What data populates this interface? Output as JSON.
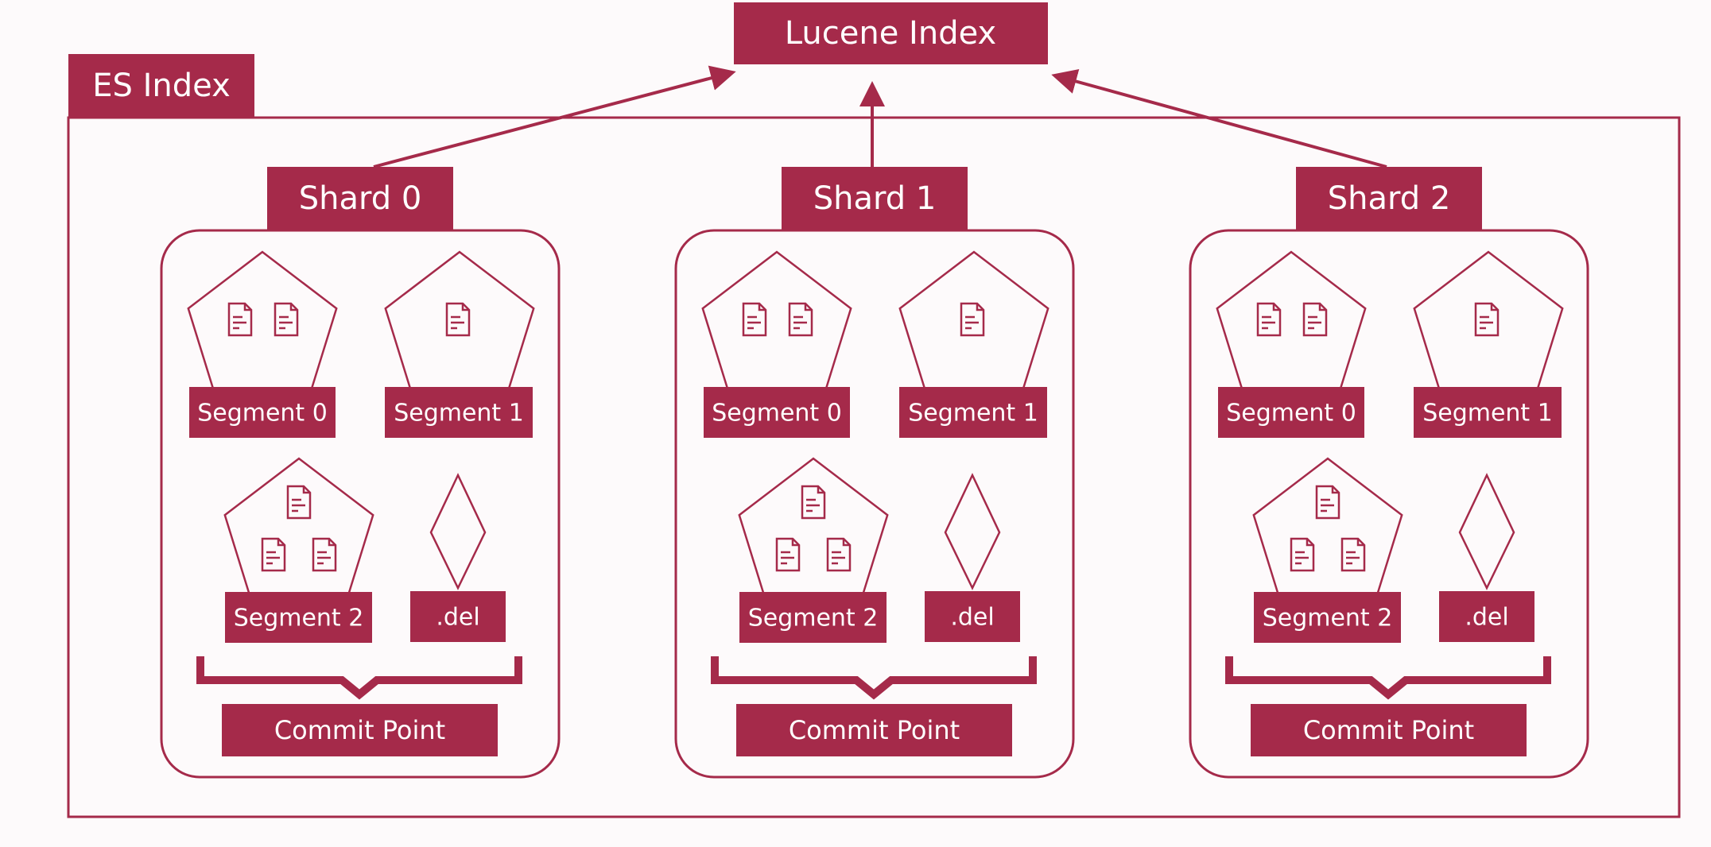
{
  "lucene_index": {
    "label": "Lucene Index"
  },
  "es_index": {
    "label": "ES Index"
  },
  "shards": [
    {
      "label": "Shard 0",
      "segments": [
        {
          "label": "Segment 0",
          "doc_icons": 2
        },
        {
          "label": "Segment 1",
          "doc_icons": 1
        },
        {
          "label": "Segment 2",
          "doc_icons": 3
        }
      ],
      "del": {
        "label": ".del"
      },
      "commit_point": {
        "label": "Commit Point"
      }
    },
    {
      "label": "Shard 1",
      "segments": [
        {
          "label": "Segment 0",
          "doc_icons": 2
        },
        {
          "label": "Segment 1",
          "doc_icons": 1
        },
        {
          "label": "Segment 2",
          "doc_icons": 3
        }
      ],
      "del": {
        "label": ".del"
      },
      "commit_point": {
        "label": "Commit Point"
      }
    },
    {
      "label": "Shard 2",
      "segments": [
        {
          "label": "Segment 0",
          "doc_icons": 2
        },
        {
          "label": "Segment 1",
          "doc_icons": 1
        },
        {
          "label": "Segment 2",
          "doc_icons": 3
        }
      ],
      "del": {
        "label": ".del"
      },
      "commit_point": {
        "label": "Commit Point"
      }
    }
  ],
  "colors": {
    "accent": "#a52a4a",
    "background": "#fdfafb",
    "label_text": "#ffffff"
  }
}
